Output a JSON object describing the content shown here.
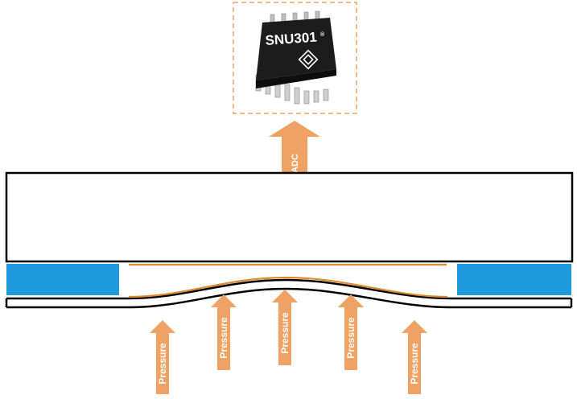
{
  "chip": {
    "label": "SNU301",
    "trademark": "®"
  },
  "adc_arrow": {
    "label": "ADC"
  },
  "pressure_arrows": [
    {
      "label": "Pressure"
    },
    {
      "label": "Pressure"
    },
    {
      "label": "Pressure"
    },
    {
      "label": "Pressure"
    },
    {
      "label": "Pressure"
    }
  ],
  "colors": {
    "arrow": "#F0A264",
    "spacer": "#1E9BDC",
    "dashed_box": "#F0A264",
    "electrode": "#E08A2E",
    "outline": "#000000",
    "chip_body": "#1C1C1C"
  }
}
